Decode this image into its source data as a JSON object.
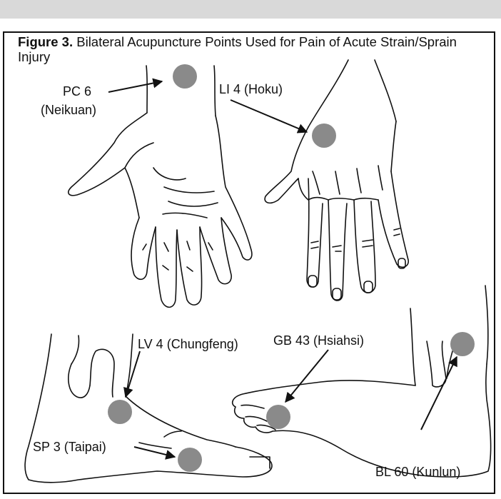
{
  "figure": {
    "number_label": "Figure 3.",
    "title": "Bilateral Acupuncture Points Used for Pain of Acute Strain/Sprain Injury"
  },
  "points": {
    "pc6": {
      "code": "PC 6",
      "name": "(Neikuan)"
    },
    "li4": {
      "label": "LI 4 (Hoku)"
    },
    "lv4": {
      "label": "LV 4 (Chungfeng)"
    },
    "gb43": {
      "label": "GB 43 (Hsiahsi)"
    },
    "sp3": {
      "label": "SP 3 (Taipai)"
    },
    "bl60": {
      "label": "BL 60 (Kunlun)"
    }
  },
  "colors": {
    "point_marker": "#8a8a8a",
    "line": "#111111"
  }
}
